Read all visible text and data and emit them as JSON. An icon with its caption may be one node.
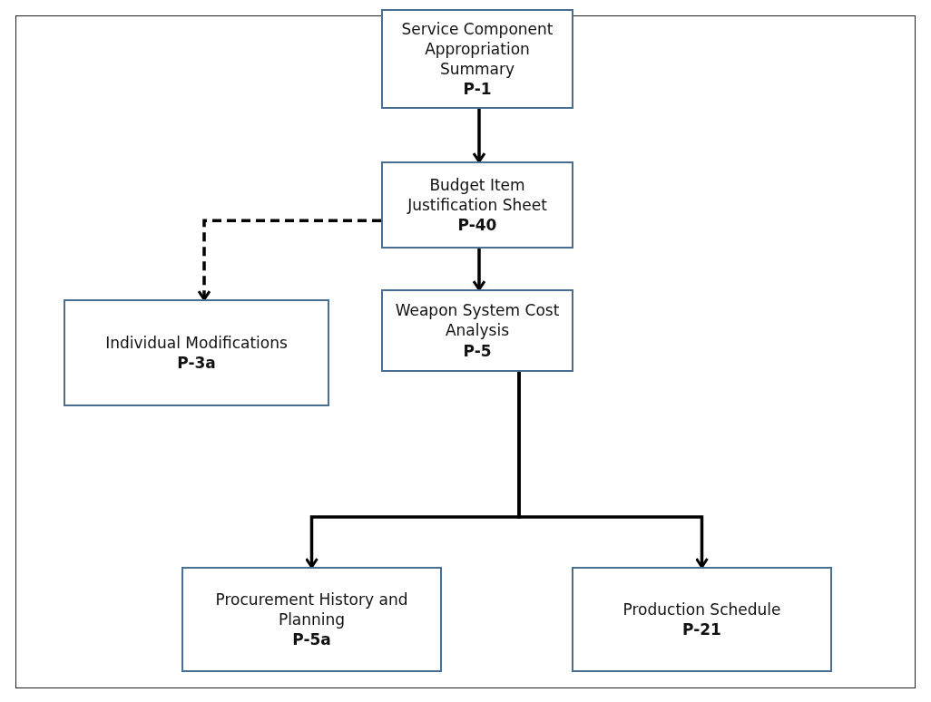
{
  "diagram": {
    "nodes": [
      {
        "text": [
          "Service Component Appropriation Summary",
          "P-1"
        ]
      },
      {
        "text": [
          "Budget Item Justification Sheet",
          "P-40"
        ]
      },
      {
        "text": [
          "Individual Modifications",
          "P-3a"
        ]
      },
      {
        "text": [
          "Weapon System Cost Analysis",
          "P-5"
        ]
      },
      {
        "text": [
          "Procurement History and Planning",
          "P-5a"
        ]
      },
      {
        "text": [
          "Production Schedule",
          "P-21"
        ]
      }
    ],
    "edges": [
      {
        "from": 0,
        "to": 1,
        "arrow": "to"
      },
      {
        "from": 1,
        "to": 2,
        "arrow": "to",
        "style": "dashed"
      },
      {
        "from": 1,
        "to": 3,
        "arrow": "to"
      },
      {
        "from": 3,
        "to": 4,
        "arrow": "to"
      },
      {
        "from": 3,
        "to": 5,
        "arrow": "to"
      }
    ]
  }
}
